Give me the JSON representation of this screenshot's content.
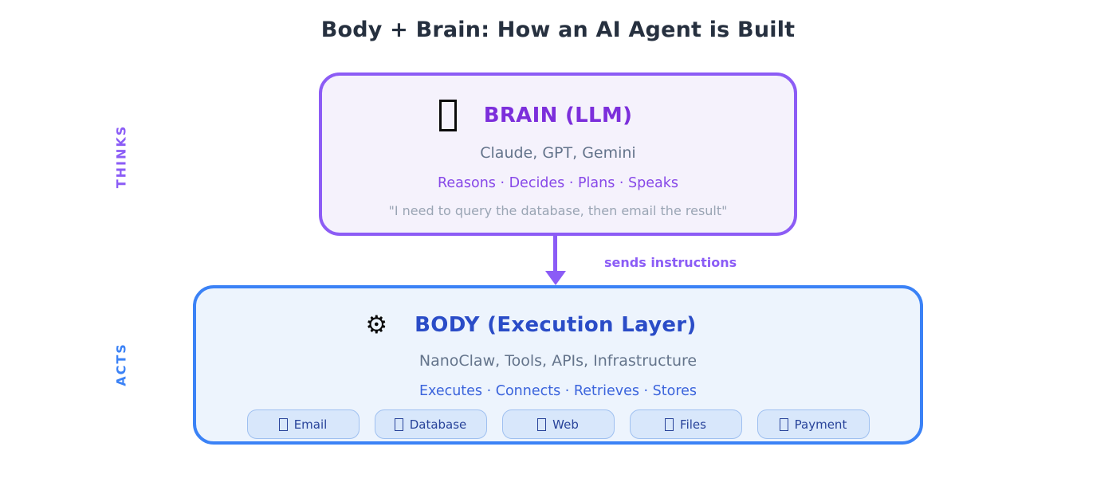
{
  "title": "Body + Brain: How an AI Agent is Built",
  "side_labels": {
    "thinks": "THINKS",
    "acts": "ACTS"
  },
  "brain": {
    "title": "BRAIN (LLM)",
    "subtitle": "Claude, GPT, Gemini",
    "verbs": "Reasons · Decides · Plans · Speaks",
    "quote": "\"I need to query the database, then email the result\"",
    "icon": "brain-emoji-missing-glyph",
    "border_color": "#8C5CF5",
    "background_color": "#F5F2FC",
    "title_color": "#7C2FDB"
  },
  "connector": {
    "label": "sends instructions",
    "color": "#8B5CF6",
    "direction": "down"
  },
  "body": {
    "title": "BODY (Execution Layer)",
    "subtitle": "NanoClaw, Tools, APIs, Infrastructure",
    "verbs": "Executes · Connects · Retrieves · Stores",
    "gear_glyph": "⚙",
    "border_color": "#3B82F6",
    "background_color": "#EDF4FD",
    "title_color": "#2A4CC7",
    "chips": [
      {
        "icon": "email-icon",
        "label": "Email"
      },
      {
        "icon": "database-icon",
        "label": "Database"
      },
      {
        "icon": "web-icon",
        "label": "Web"
      },
      {
        "icon": "files-icon",
        "label": "Files"
      },
      {
        "icon": "payment-icon",
        "label": "Payment"
      }
    ]
  },
  "colors": {
    "title_text": "#26303F",
    "muted_text": "#64748B",
    "quote_text": "#9AA5B4",
    "chip_background": "#D8E7FB",
    "chip_border": "#9FC0F0",
    "chip_text": "#28439A",
    "thinks_label": "#8B5CF6",
    "acts_label": "#3B82F6"
  }
}
